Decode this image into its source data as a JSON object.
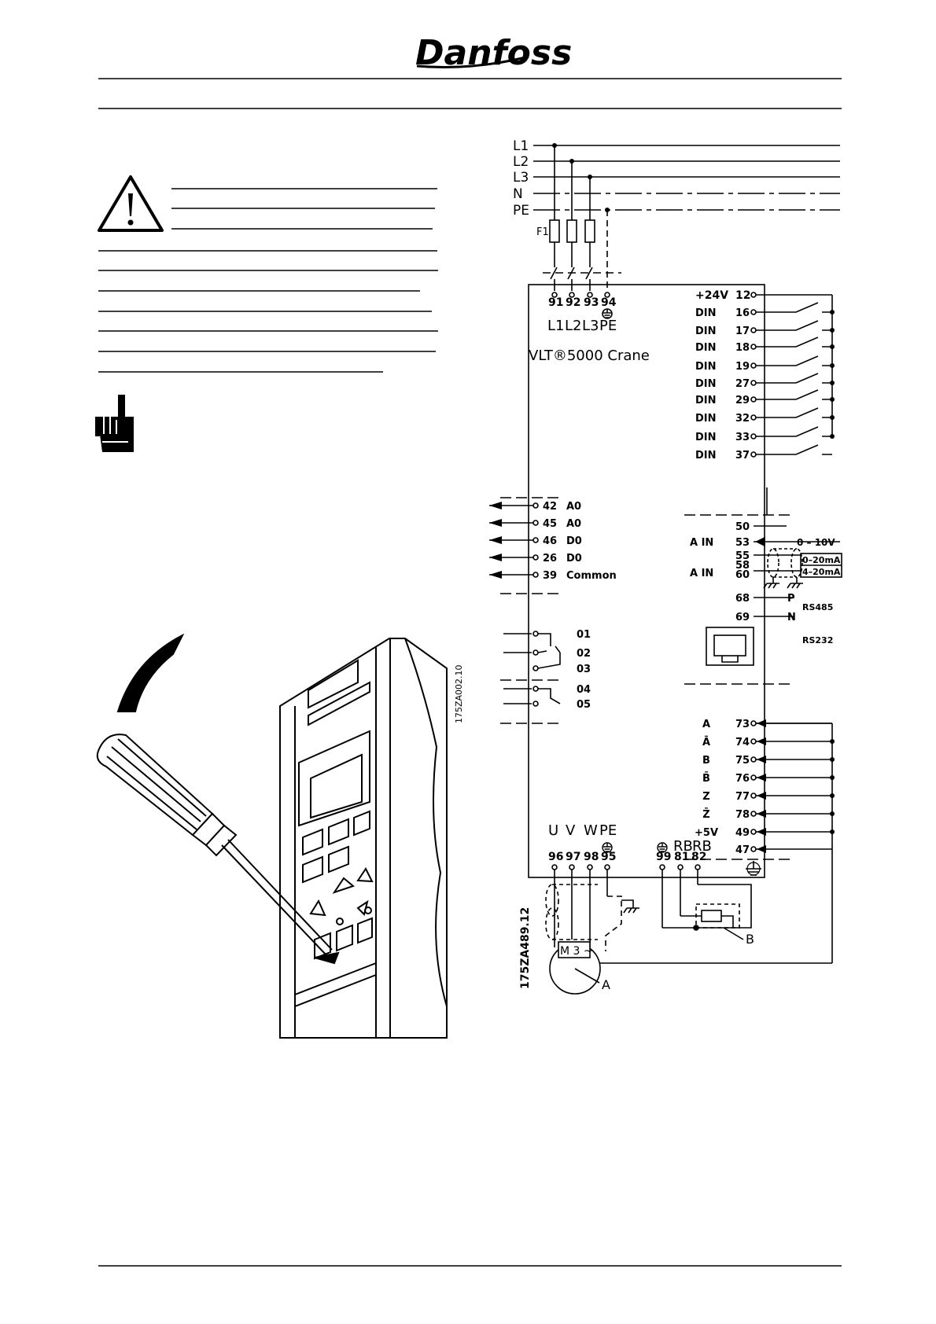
{
  "header": {
    "logo_text": "Danfoss"
  },
  "mains": {
    "lines": [
      "L1",
      "L2",
      "L3",
      "N",
      "PE"
    ],
    "fuse_label": "F1"
  },
  "power_terminals": {
    "numbers": [
      "91",
      "92",
      "93",
      "94"
    ],
    "labels": [
      "L1",
      "L2",
      "L3",
      "PE"
    ]
  },
  "device": {
    "title": "VLT®5000 Crane"
  },
  "digital_inputs": {
    "supply_label": "+24V",
    "supply_terminal": "12",
    "type_label": "DIN",
    "terminals": [
      "16",
      "17",
      "18",
      "19",
      "27",
      "29",
      "32",
      "33",
      "37"
    ]
  },
  "analog_inputs": {
    "terminals": [
      "50",
      "53",
      "55",
      "58",
      "60"
    ],
    "label": "A IN",
    "range_voltage": "0 – 10V",
    "range_current_1": "0–20mA",
    "range_current_2": "4–20mA"
  },
  "serial": {
    "terminal_p": "68",
    "terminal_n": "69",
    "p_label": "P",
    "n_label": "N",
    "rs485": "RS485",
    "rs232": "RS232"
  },
  "outputs": {
    "rows": [
      {
        "terminal": "42",
        "label": "A0"
      },
      {
        "terminal": "45",
        "label": "A0"
      },
      {
        "terminal": "46",
        "label": "D0"
      },
      {
        "terminal": "26",
        "label": "D0"
      },
      {
        "terminal": "39",
        "label": "Common"
      }
    ]
  },
  "relays": {
    "terminals": [
      "01",
      "02",
      "03",
      "04",
      "05"
    ]
  },
  "encoder": {
    "rows": [
      {
        "label": "A",
        "terminal": "73"
      },
      {
        "label": "Ā",
        "terminal": "74"
      },
      {
        "label": "B",
        "terminal": "75"
      },
      {
        "label": "B̄",
        "terminal": "76"
      },
      {
        "label": "Z",
        "terminal": "77"
      },
      {
        "label": "Z̄",
        "terminal": "78"
      },
      {
        "label": "+5V",
        "terminal": "49"
      },
      {
        "label": "",
        "terminal": "47"
      }
    ]
  },
  "motor_terminals": {
    "labels": [
      "U",
      "V",
      "W",
      "PE"
    ],
    "numbers": [
      "96",
      "97",
      "98",
      "95"
    ]
  },
  "brake_terminals": {
    "labels": [
      "RB",
      "RB"
    ],
    "numbers": [
      "99",
      "81",
      "82"
    ]
  },
  "motor": {
    "label": "M 3 ~",
    "callout_a": "A",
    "callout_b": "B"
  },
  "figure_codes": {
    "code_1": "175ZA002.10",
    "code_2": "175ZA489.12"
  }
}
